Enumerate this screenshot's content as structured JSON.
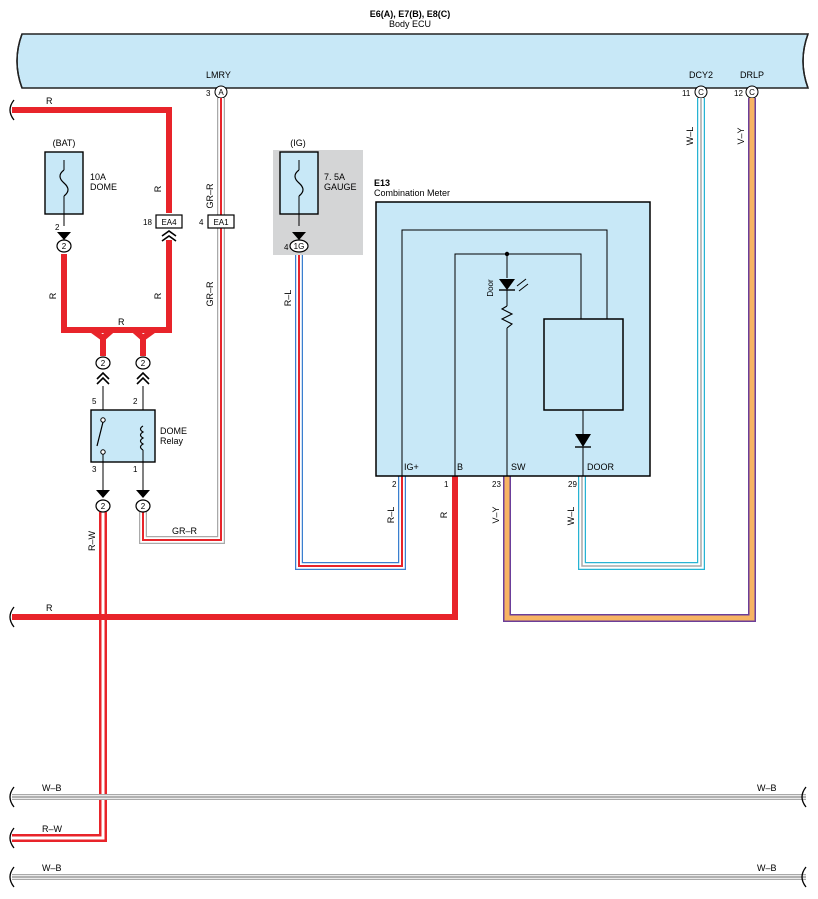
{
  "ecu": {
    "connectors": "E6(A), E7(B), E8(C)",
    "name": "Body ECU",
    "pins": [
      {
        "name": "LMRY",
        "num": "3",
        "conn": "A"
      },
      {
        "name": "DCY2",
        "num": "11",
        "conn": "C"
      },
      {
        "name": "DRLP",
        "num": "12",
        "conn": "C"
      }
    ]
  },
  "fuses": [
    {
      "source": "(BAT)",
      "rating": "10A",
      "name": "DOME",
      "pin": "2",
      "conn": "2"
    },
    {
      "source": "(IG)",
      "rating": "7. 5A",
      "name": "GAUGE",
      "pin": "4",
      "conn": "1G"
    }
  ],
  "junctions": [
    {
      "num": "18",
      "code": "EA4"
    },
    {
      "num": "4",
      "code": "EA1"
    }
  ],
  "relay": {
    "name": "DOME",
    "sub": "Relay",
    "pins": {
      "p5": "5",
      "p2": "2",
      "p3": "3",
      "p1": "1"
    },
    "conn_label": "2"
  },
  "meter": {
    "id": "E13",
    "name": "Combination Meter",
    "terminals": [
      "IG+",
      "B",
      "SW",
      "DOOR"
    ],
    "pins": [
      "2",
      "1",
      "23",
      "29"
    ],
    "door_label": "Door"
  },
  "wires": {
    "r": "R",
    "gr_r": "GR–R",
    "r_l": "R–L",
    "w_l": "W–L",
    "v_y": "V–Y",
    "r_w": "R–W",
    "w_b": "W–B"
  },
  "colors": {
    "ecu_fill": "#c8e8f7",
    "red": "#e8242a",
    "blue": "#3a7fcf",
    "cyan": "#27b3d3",
    "purple": "#6b3e9a",
    "orange": "#f7b463",
    "gray": "#a9a9a9",
    "fuse_bg": "#d4d5d6"
  }
}
